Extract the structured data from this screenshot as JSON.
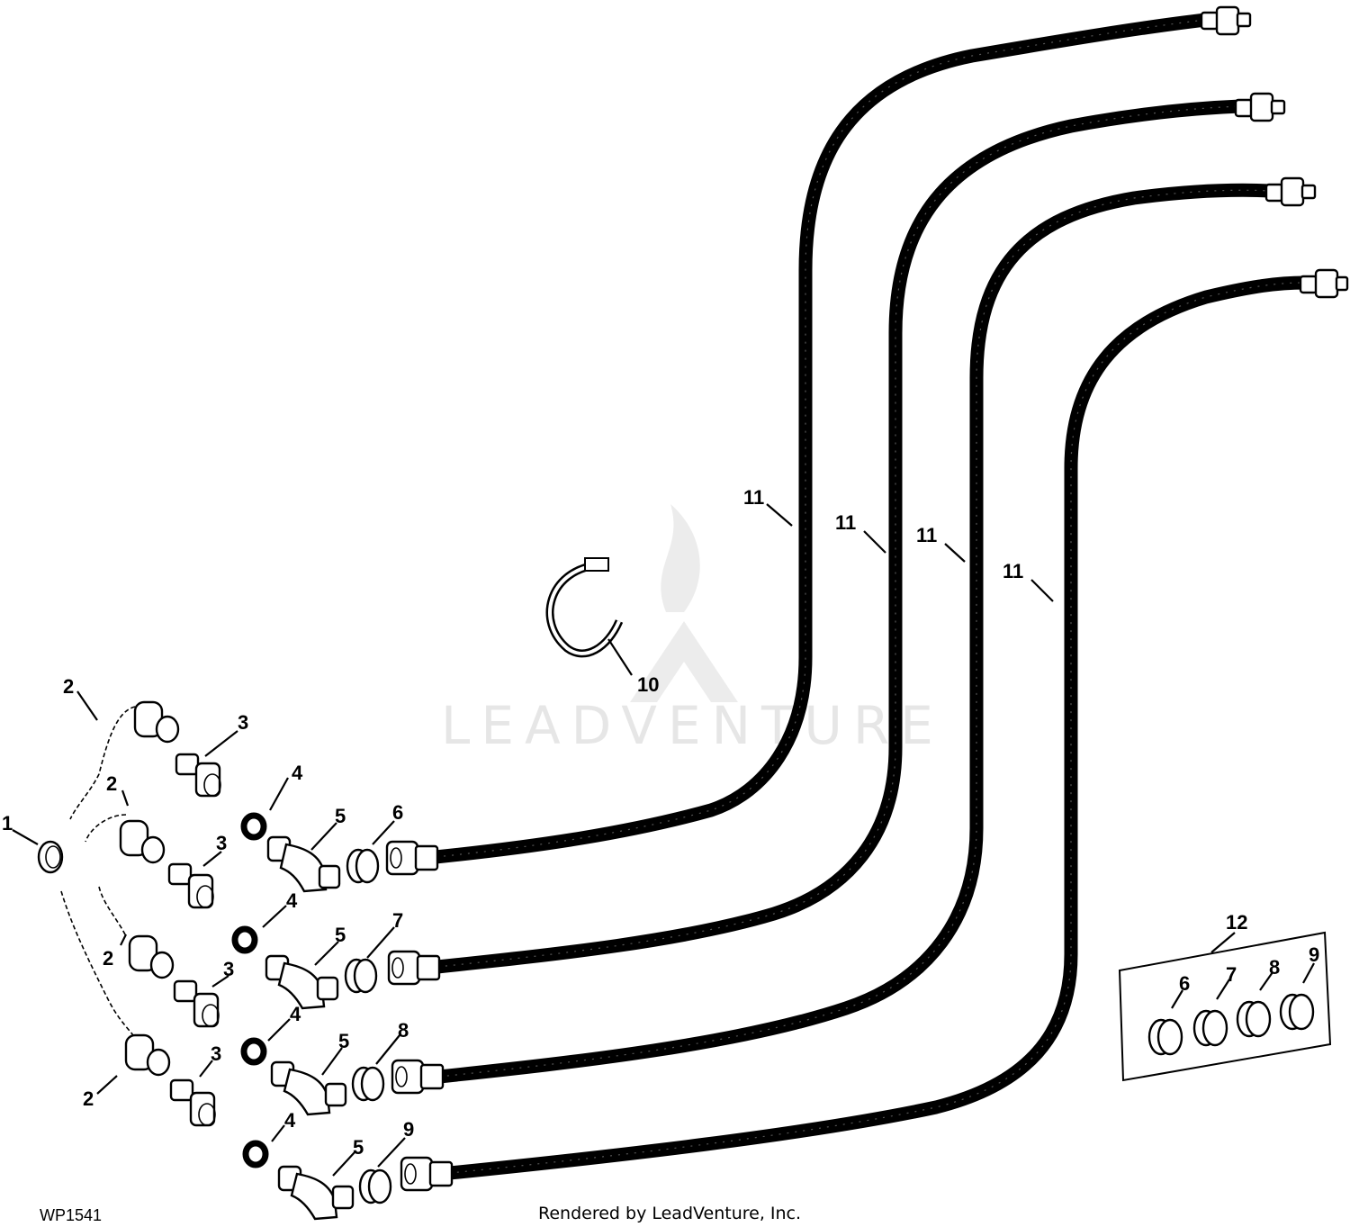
{
  "diagram": {
    "figure_code": "WP1541",
    "credit_text": "Rendered by LeadVenture, Inc.",
    "watermark_text": "LEADVENTURE",
    "callouts": {
      "c1": "1",
      "c2": "2",
      "c3": "3",
      "c4": "4",
      "c5": "5",
      "c6": "6",
      "c7": "7",
      "c8": "8",
      "c9": "9",
      "c10": "10",
      "c11": "11",
      "c12": "12"
    },
    "colors": {
      "line": "#000000",
      "background": "#ffffff",
      "watermark": "#e6e6e6"
    }
  }
}
